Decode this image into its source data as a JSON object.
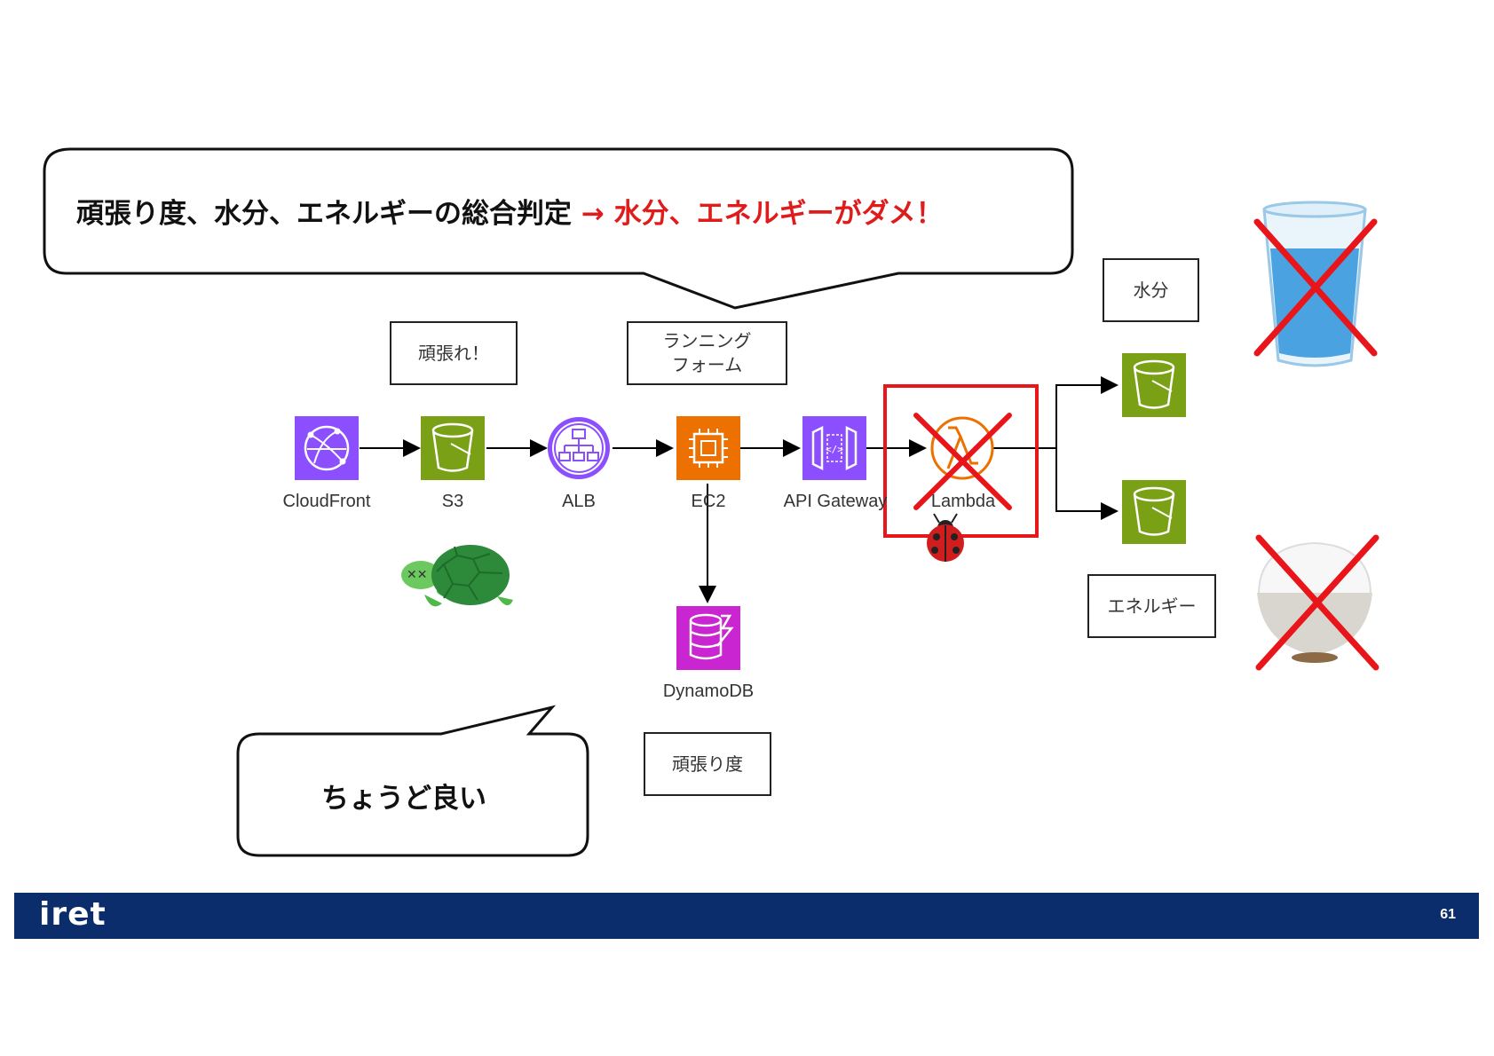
{
  "title_bubble": {
    "main": "頑張り度、水分、エネルギーの総合判定",
    "verdict": "→ 水分、エネルギーがダメ！"
  },
  "bottom_bubble": {
    "text": "ちょうど良い"
  },
  "notes": {
    "ganbare": "頑張れ！",
    "running_line1": "ランニング",
    "running_line2": "フォーム",
    "ganbari_do": "頑張り度",
    "suibun": "水分",
    "energy": "エネルギー"
  },
  "nodes": {
    "cloudfront": "CloudFront",
    "s3": "S3",
    "alb": "ALB",
    "ec2": "EC2",
    "api_gateway": "API Gateway",
    "lambda": "Lambda",
    "dynamodb": "DynamoDB"
  },
  "colors": {
    "cloudfront": "#8c4fff",
    "s3": "#7aa116",
    "alb": "#8c4fff",
    "ec2": "#ed7100",
    "api_gateway": "#8c4fff",
    "lambda": "#ed7100",
    "dynamodb": "#c925d1",
    "cross": "#e8161b",
    "footer": "#0c2d6b"
  },
  "icons": [
    "turtle-icon",
    "ladybug-icon",
    "water-glass-icon",
    "rice-bowl-icon"
  ],
  "footer": {
    "logo": "iret",
    "page": "61"
  }
}
